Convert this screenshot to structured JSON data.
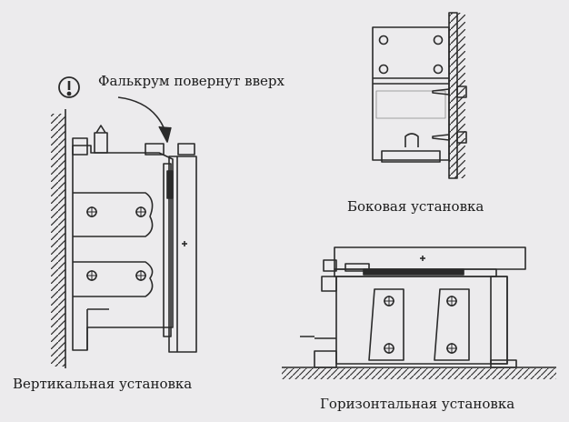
{
  "labels": {
    "warning": "Фалькрум повернут вверх",
    "side_mount": "Боковая установка",
    "vertical_mount": "Вертикальная установка",
    "horizontal_mount": "Горизонтальная установка"
  },
  "icons": {
    "warning": "exclamation-circle-icon"
  },
  "colors": {
    "background": "#ecebed",
    "line": "#2a2a2a"
  }
}
